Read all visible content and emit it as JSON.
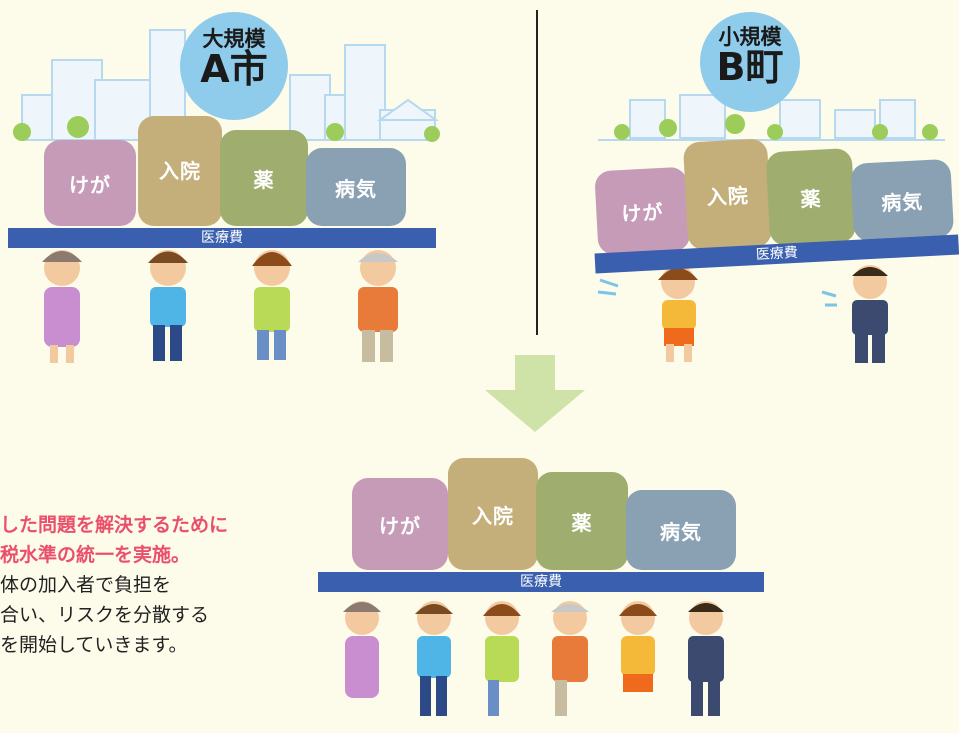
{
  "city_a": {
    "scale": "大規模",
    "name": "A市"
  },
  "town_b": {
    "scale": "小規模",
    "name": "B町"
  },
  "bags": {
    "injury": "けが",
    "hospital": "入院",
    "medicine": "薬",
    "illness": "病気"
  },
  "beam_label": "医療費",
  "message": {
    "line1": "した問題を解決するために",
    "line2": "税水準の統一を実施。",
    "line3": "体の加入者で負担を",
    "line4": "合い、リスクを分散する",
    "line5": "を開始していきます。"
  },
  "colors": {
    "background": "#fdfbea",
    "badge": "#8fcbea",
    "injury_bag": "#c59bb8",
    "hospital_bag": "#c4ae7a",
    "medicine_bag": "#9fae6f",
    "illness_bag": "#8aa0b3",
    "beam": "#3a5fae",
    "arrow": "#cfe3a8",
    "accent_text": "#e9506b"
  }
}
